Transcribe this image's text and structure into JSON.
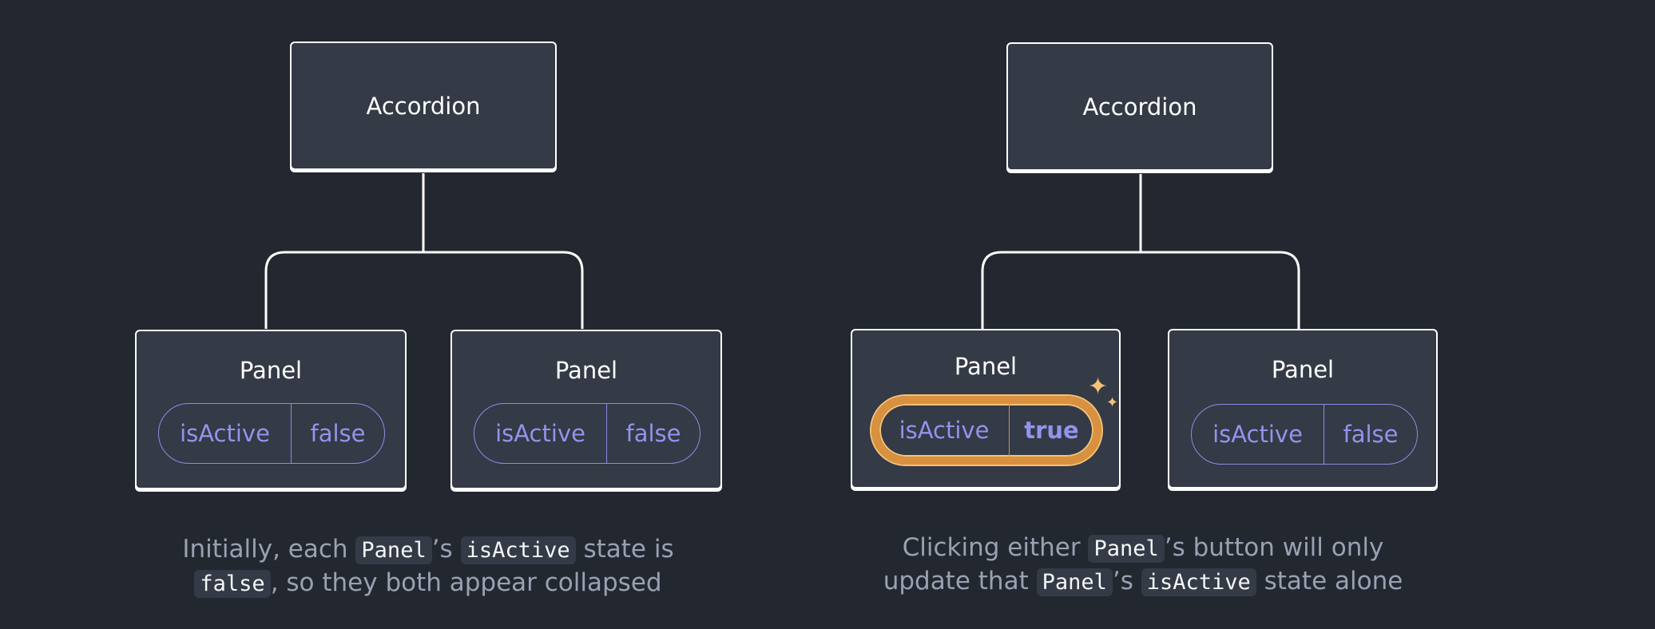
{
  "colors": {
    "background": "#23272f",
    "node_fill": "#343a46",
    "node_border": "#ffffff",
    "state_purple": "#9393ec",
    "highlight_gold": "#d9913f",
    "caption_gray": "#99a1b3"
  },
  "left": {
    "root": {
      "title": "Accordion"
    },
    "panels": [
      {
        "title": "Panel",
        "state_key": "isActive",
        "state_value": "false"
      },
      {
        "title": "Panel",
        "state_key": "isActive",
        "state_value": "false"
      }
    ],
    "caption": {
      "t1": "Initially, each ",
      "c1": "Panel",
      "t2": "’s ",
      "c2": "isActive",
      "t3": " state is",
      "c3": "false",
      "t4": ", so they both appear collapsed"
    }
  },
  "right": {
    "root": {
      "title": "Accordion"
    },
    "panels": [
      {
        "title": "Panel",
        "state_key": "isActive",
        "state_value": "true",
        "highlighted": true
      },
      {
        "title": "Panel",
        "state_key": "isActive",
        "state_value": "false"
      }
    ],
    "sparkle_icon": "sparkle-icon",
    "caption": {
      "t1": "Clicking either ",
      "c1": "Panel",
      "t2": "’s button will only",
      "t3": "update that ",
      "c2": "Panel",
      "t4": "’s ",
      "c3": "isActive",
      "t5": " state alone"
    }
  }
}
